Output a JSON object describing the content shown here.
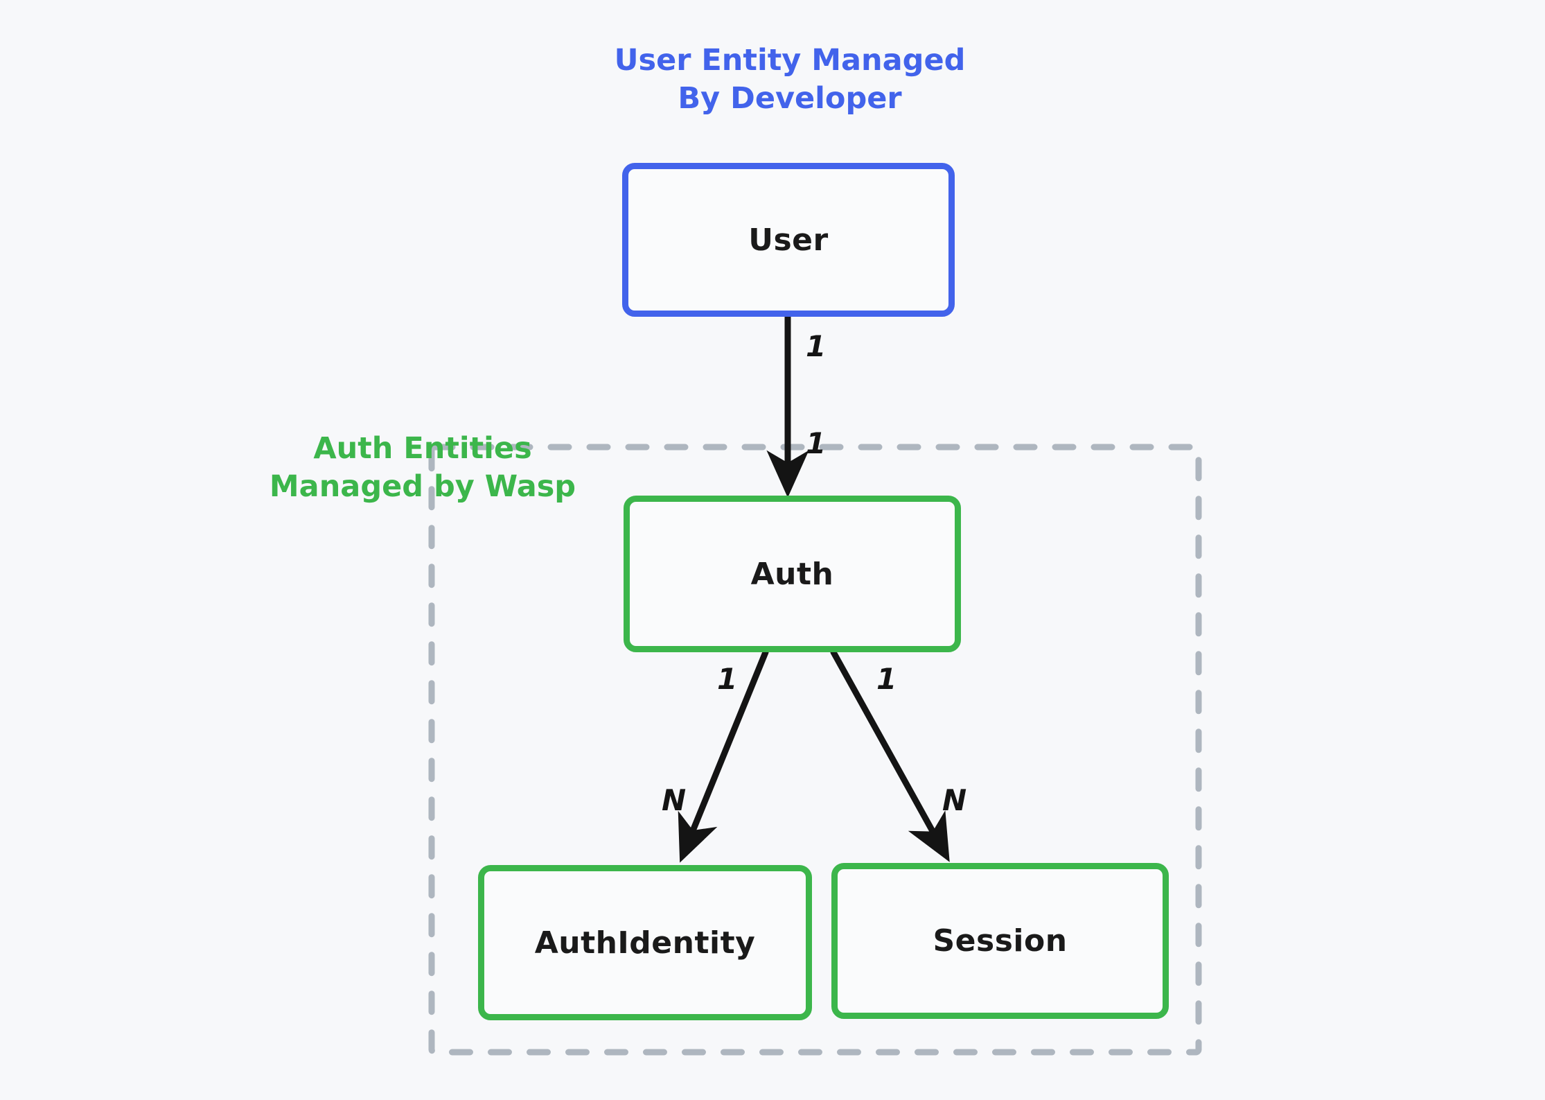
{
  "diagram": {
    "title": "User and Auth entity relationship diagram",
    "background_color": "#f7f8fa",
    "captions": {
      "user_group": "User Entity Managed\nBy Developer",
      "auth_group": "Auth Entities\nManaged by Wasp"
    },
    "colors": {
      "user_accent": "#4263eb",
      "auth_accent": "#3cb64b",
      "group_border": "#aeb6bf",
      "edge": "#141414",
      "node_fill": "#fafbfc",
      "node_text": "#1a1a1a"
    },
    "nodes": [
      {
        "id": "user",
        "label": "User",
        "accent": "blue",
        "group": "developer"
      },
      {
        "id": "auth",
        "label": "Auth",
        "accent": "green",
        "group": "wasp"
      },
      {
        "id": "authidentity",
        "label": "AuthIdentity",
        "accent": "green",
        "group": "wasp"
      },
      {
        "id": "session",
        "label": "Session",
        "accent": "green",
        "group": "wasp"
      }
    ],
    "edges": [
      {
        "id": "user-auth",
        "from": "user",
        "to": "auth",
        "from_cardinality": "1",
        "to_cardinality": "1"
      },
      {
        "id": "auth-authidentity",
        "from": "auth",
        "to": "authidentity",
        "from_cardinality": "1",
        "to_cardinality": "N"
      },
      {
        "id": "auth-session",
        "from": "auth",
        "to": "session",
        "from_cardinality": "1",
        "to_cardinality": "N"
      }
    ],
    "group_frame": {
      "label": "Auth Entities Managed by Wasp",
      "style": "dashed"
    }
  }
}
